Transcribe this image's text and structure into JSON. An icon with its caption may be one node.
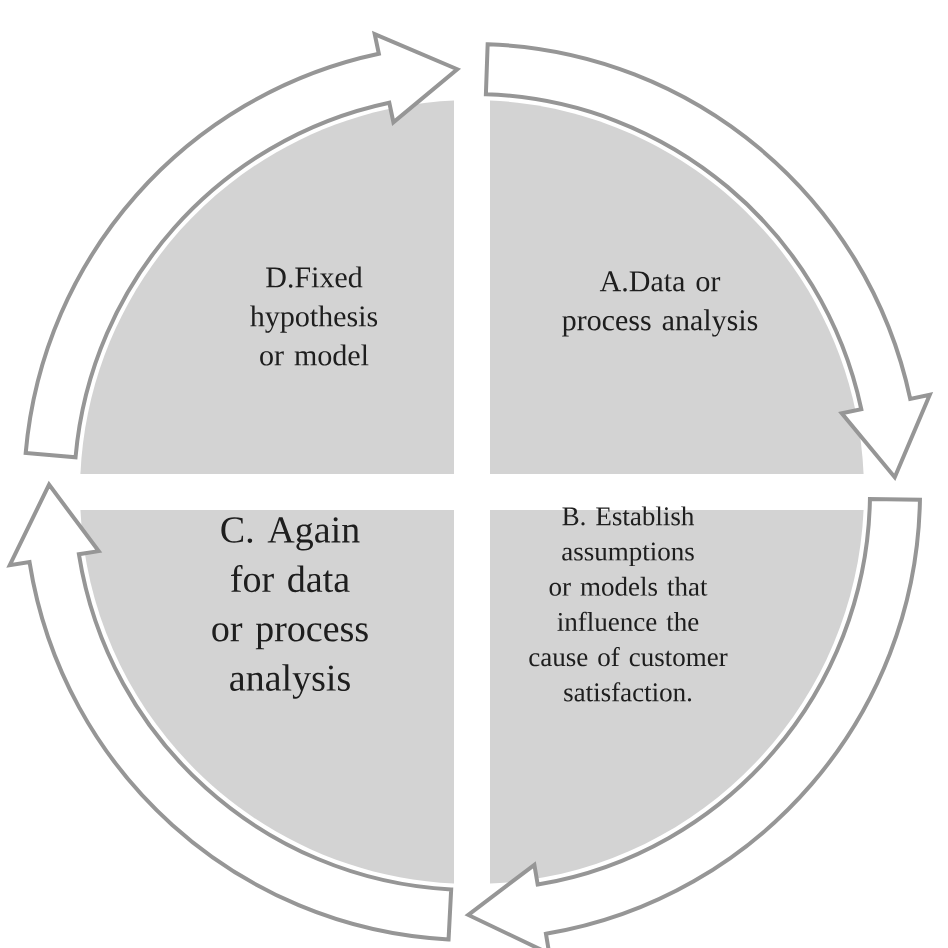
{
  "diagram": {
    "nodes": [
      {
        "text": [
          "D.Fixed hypothesis or model"
        ]
      },
      {
        "text": [
          "A.Data or process analysis"
        ]
      },
      {
        "text": [
          "C. Again for data or process analysis"
        ]
      },
      {
        "text": [
          "B. Establish assumptions or models that influence the cause of customer satisfaction."
        ]
      }
    ],
    "edges": [
      {
        "from": 0,
        "to": 1,
        "arrow": "to"
      },
      {
        "from": 1,
        "to": 3,
        "arrow": "to"
      },
      {
        "from": 3,
        "to": 2,
        "arrow": "to"
      },
      {
        "from": 2,
        "to": 0,
        "arrow": "to"
      }
    ]
  }
}
